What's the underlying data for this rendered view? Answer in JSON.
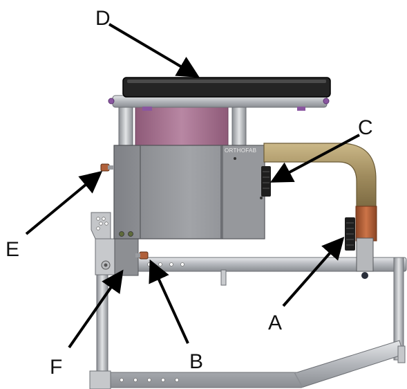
{
  "diagram": {
    "brand_label": "ORTHOFAB",
    "callouts": [
      {
        "id": "A",
        "label": "A"
      },
      {
        "id": "B",
        "label": "B"
      },
      {
        "id": "C",
        "label": "C"
      },
      {
        "id": "D",
        "label": "D"
      },
      {
        "id": "E",
        "label": "E"
      },
      {
        "id": "F",
        "label": "F"
      }
    ]
  },
  "colors": {
    "frame": "#b9bcc1",
    "housing": "#8f9196",
    "cushion": "#1f1f1f",
    "pink_panel": "#a46a8c",
    "tan_tube": "#a08c5e",
    "copper_tube": "#b0603a",
    "arrow": "#000000"
  }
}
